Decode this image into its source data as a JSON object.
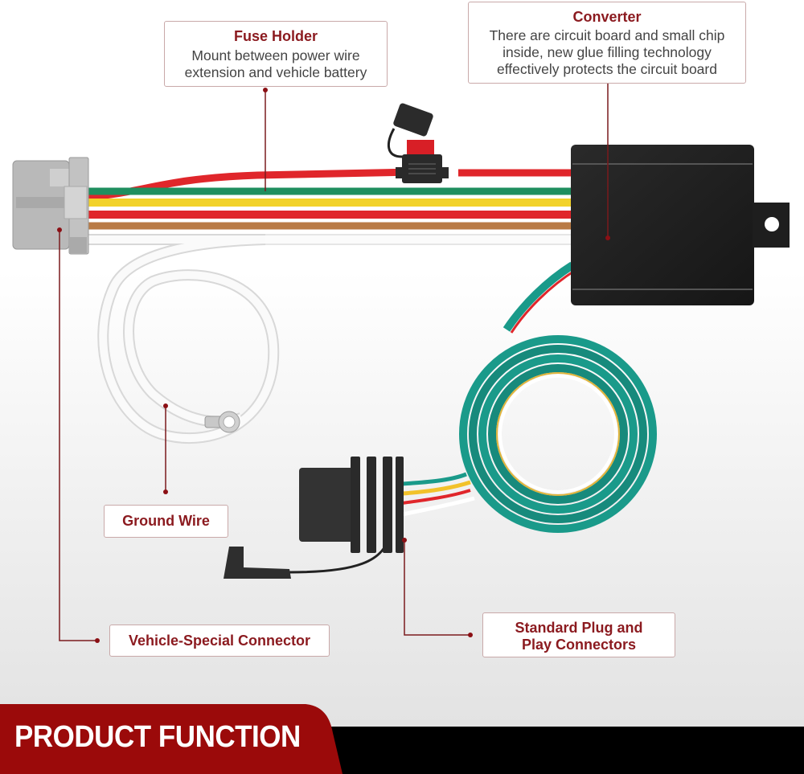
{
  "labels": {
    "fuse_holder": {
      "title": "Fuse Holder",
      "desc_line1": "Mount between power wire",
      "desc_line2": "extension and vehicle battery"
    },
    "converter": {
      "title": "Converter",
      "desc_line1": "There are circuit board and small chip",
      "desc_line2": "inside, new glue filling technology",
      "desc_line3": "effectively protects the circuit board"
    },
    "ground_wire": {
      "title": "Ground Wire"
    },
    "vehicle_connector": {
      "title": "Vehicle-Special Connector"
    },
    "standard_plug": {
      "title_line1": "Standard Plug and",
      "title_line2": "Play Connectors"
    }
  },
  "footer": {
    "title": "PRODUCT FUNCTION"
  },
  "colors": {
    "accent_red": "#8b1a1f",
    "footer_red": "#9b0a0a",
    "footer_black": "#000000",
    "wire_green": "#1f8f5f",
    "wire_yellow": "#f2d22a",
    "wire_red": "#e0262b",
    "wire_brown": "#b97a45",
    "coil_teal": "#1a9a8a",
    "converter_black": "#1e1e1e",
    "connector_gray": "#b5b5b5"
  }
}
